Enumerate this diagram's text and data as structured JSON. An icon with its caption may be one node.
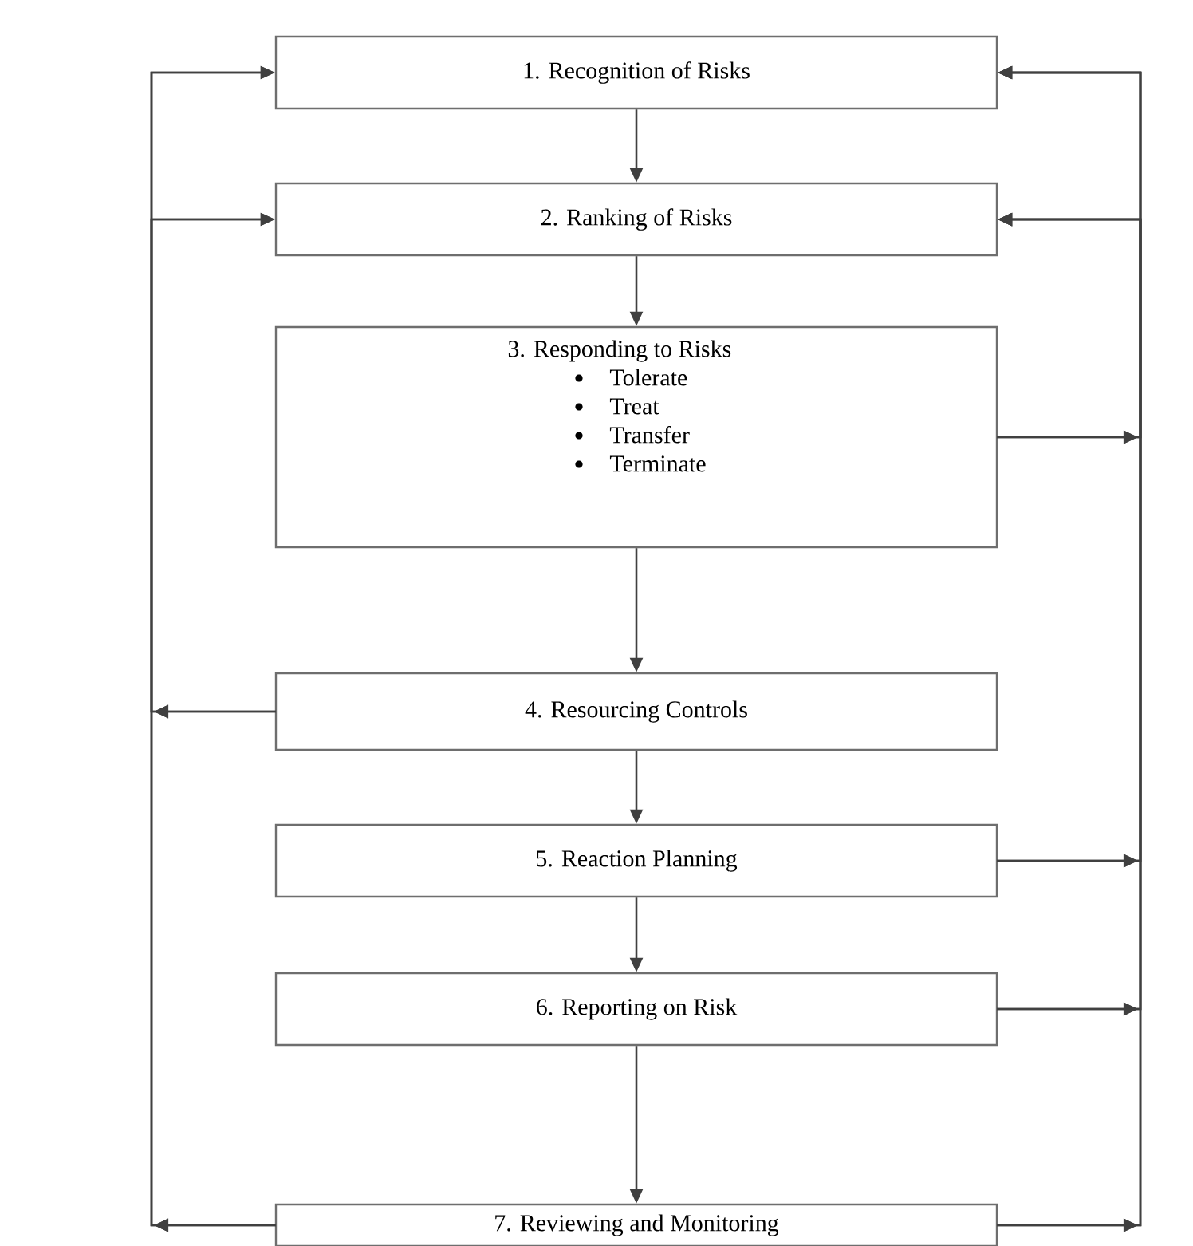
{
  "diagram": {
    "nodes": [
      {
        "text": [
          "1. Recognition of Risks"
        ]
      },
      {
        "text": [
          "2. Ranking of Risks"
        ]
      },
      {
        "text": [
          "3. Responding to Risks",
          "Tolerate",
          "Treat",
          "Transfer",
          "Terminate"
        ]
      },
      {
        "text": [
          "4. Resourcing Controls"
        ]
      },
      {
        "text": [
          "5. Reaction Planning"
        ]
      },
      {
        "text": [
          "6. Reporting on Risk"
        ]
      },
      {
        "text": [
          "7. Reviewing and Monitoring"
        ]
      }
    ],
    "edges": [
      {
        "from": 0,
        "to": 1,
        "arrow": "to"
      },
      {
        "from": 1,
        "to": 2,
        "arrow": "to"
      },
      {
        "from": 2,
        "to": 3,
        "arrow": "to"
      },
      {
        "from": 3,
        "to": 4,
        "arrow": "to"
      },
      {
        "from": 4,
        "to": 5,
        "arrow": "to"
      },
      {
        "from": 5,
        "to": 6,
        "arrow": "to"
      },
      {
        "from": 3,
        "to": 0,
        "arrow": "to"
      },
      {
        "from": 3,
        "to": 1,
        "arrow": "to"
      },
      {
        "from": 6,
        "to": 0,
        "arrow": "to"
      },
      {
        "from": 6,
        "to": 1,
        "arrow": "to"
      },
      {
        "from": 2,
        "to": 0,
        "arrow": "to"
      },
      {
        "from": 2,
        "to": 1,
        "arrow": "to"
      },
      {
        "from": 4,
        "to": 0,
        "arrow": "to"
      },
      {
        "from": 4,
        "to": 1,
        "arrow": "to"
      },
      {
        "from": 5,
        "to": 0,
        "arrow": "to"
      },
      {
        "from": 5,
        "to": 1,
        "arrow": "to"
      },
      {
        "from": 6,
        "to": 0,
        "arrow": "to"
      },
      {
        "from": 6,
        "to": 1,
        "arrow": "to"
      }
    ]
  }
}
